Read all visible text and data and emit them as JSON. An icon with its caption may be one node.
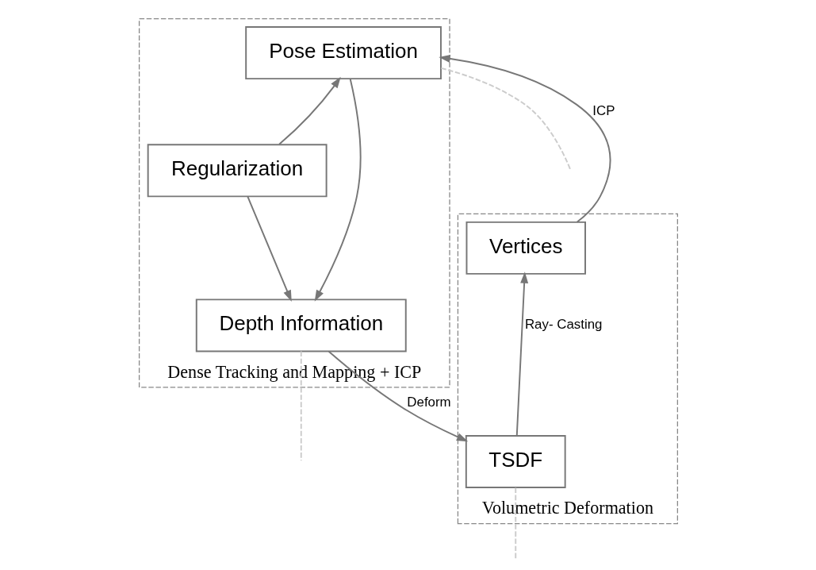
{
  "diagram": {
    "nodes": [
      {
        "text": [
          "Dense Tracking and Mapping + ICP"
        ]
      },
      {
        "text": [
          "Pose Estimation"
        ],
        "in": 0
      },
      {
        "text": [
          "Regularization"
        ],
        "in": 0
      },
      {
        "text": [
          "Depth Information"
        ],
        "in": 0
      },
      {
        "text": [
          "Volumetric Deformation"
        ]
      },
      {
        "text": [
          "Vertices"
        ],
        "in": 4
      },
      {
        "text": [
          "TSDF"
        ],
        "in": 4
      }
    ],
    "edges": [
      {
        "from": 5,
        "to": 1,
        "arrow": "to",
        "label": "ICP"
      },
      {
        "from": 2,
        "to": 1,
        "arrow": "to"
      },
      {
        "from": 2,
        "to": 3,
        "arrow": "to"
      },
      {
        "from": 1,
        "to": 3,
        "arrow": "to"
      },
      {
        "from": 3,
        "to": 6,
        "arrow": "to",
        "label": "Deform"
      },
      {
        "from": 6,
        "to": 5,
        "arrow": "to",
        "label": "Ray- Casting"
      },
      {
        "from": 1,
        "to": null,
        "arrow": "none",
        "style": "dashed",
        "color": "#cccccc"
      },
      {
        "from": 3,
        "to": null,
        "arrow": "none",
        "style": "dashed",
        "color": "#cccccc"
      },
      {
        "from": 6,
        "to": null,
        "arrow": "none",
        "style": "dashed",
        "color": "#cccccc"
      }
    ]
  }
}
